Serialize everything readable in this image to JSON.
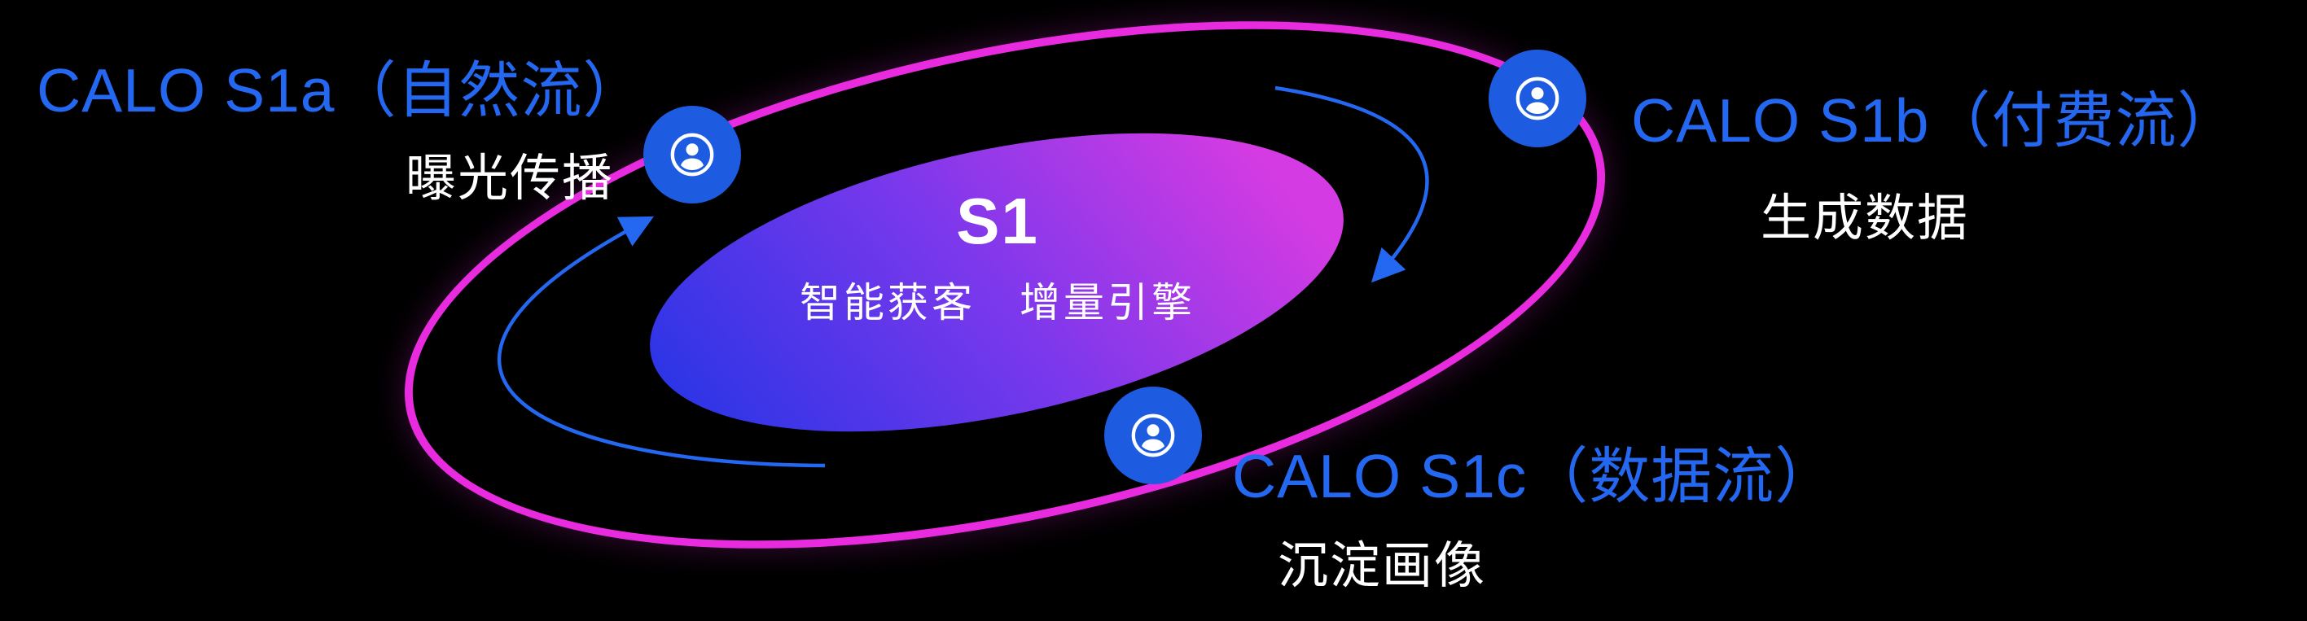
{
  "core": {
    "title": "S1",
    "subtitle": "智能获客　增量引擎"
  },
  "nodes": [
    {
      "id": "s1a",
      "label": "CALO S1a（自然流）",
      "desc": "曝光传播",
      "icon": "user-icon"
    },
    {
      "id": "s1b",
      "label": "CALO S1b（付费流）",
      "desc": "生成数据",
      "icon": "user-icon"
    },
    {
      "id": "s1c",
      "label": "CALO S1c（数据流）",
      "desc": "沉淀画像",
      "icon": "user-icon"
    }
  ],
  "colors": {
    "background": "#000000",
    "label_blue": "#2468F2",
    "icon_blue": "#1D5BE0",
    "orbit_stroke": "#E82BDF",
    "core_gradient_start": "#2E35E6",
    "core_gradient_end": "#D53BE2",
    "arrow": "#2468F2",
    "text_white": "#FFFFFF"
  }
}
